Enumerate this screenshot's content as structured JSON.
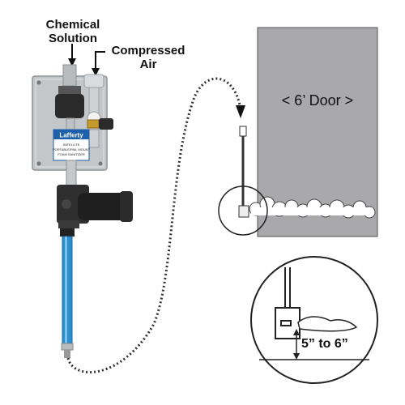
{
  "labels": {
    "chemical": [
      "Chemical",
      "Solution"
    ],
    "air": [
      "Compressed",
      "Air"
    ],
    "door": "< 6’ Door >",
    "height": "5” to 6”"
  },
  "unit": {
    "brand": "Lafferty",
    "plate_lines": [
      "SATELLITE",
      "PORTABLE/PAIL MOUNT",
      "FOAM SANITIZER"
    ]
  },
  "colors": {
    "door": "#a9a9ab",
    "panel": "#c4c7ca",
    "wand": "#2e8fd0",
    "hose": "#333333",
    "foam": "#ffffff"
  }
}
